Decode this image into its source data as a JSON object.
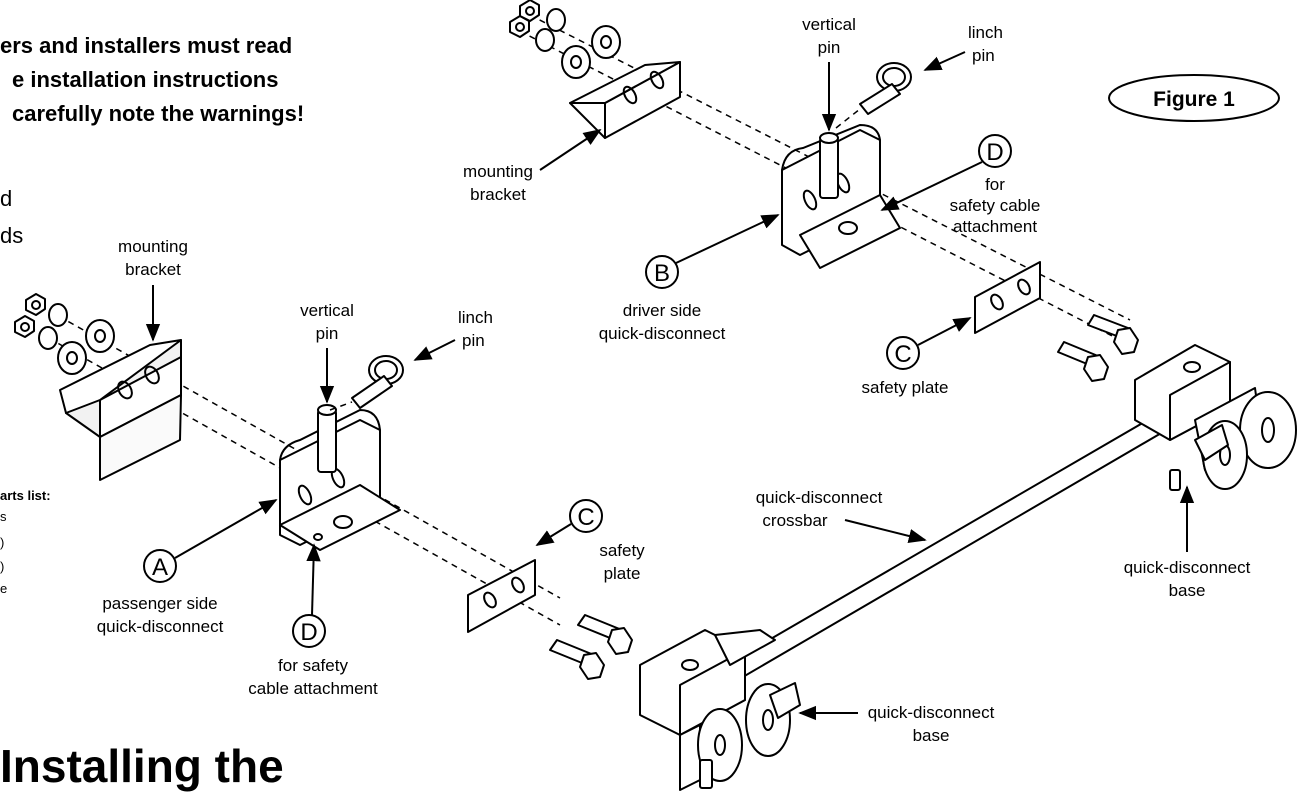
{
  "warning": {
    "line1": "ers and installers must read",
    "line2": "e installation instructions",
    "line3": "carefully note the warnings!"
  },
  "fragments": {
    "frag1": "d",
    "frag2": "ds"
  },
  "figure_label": "Figure 1",
  "parts_list": {
    "title": "arts list:",
    "lines": [
      "s",
      ")",
      ")",
      "e"
    ]
  },
  "section_heading": "Installing the",
  "labels": {
    "mounting_bracket_left_l1": "mounting",
    "mounting_bracket_left_l2": "bracket",
    "mounting_bracket_right_l1": "mounting",
    "mounting_bracket_right_l2": "bracket",
    "vertical_pin_left_l1": "vertical",
    "vertical_pin_left_l2": "pin",
    "vertical_pin_right_l1": "vertical",
    "vertical_pin_right_l2": "pin",
    "linch_pin_left_l1": "linch",
    "linch_pin_left_l2": "pin",
    "linch_pin_right_l1": "linch",
    "linch_pin_right_l2": "pin",
    "passenger_l1": "passenger side",
    "passenger_l2": "quick-disconnect",
    "driver_l1": "driver side",
    "driver_l2": "quick-disconnect",
    "safety_plate_left_l1": "safety",
    "safety_plate_left_l2": "plate",
    "safety_plate_right": "safety plate",
    "cable_left_l1": "for safety",
    "cable_left_l2": "cable attachment",
    "cable_right_l1": "for",
    "cable_right_l2": "safety cable",
    "cable_right_l3": "attachment",
    "crossbar_l1": "quick-disconnect",
    "crossbar_l2": "crossbar",
    "base_right_l1": "quick-disconnect",
    "base_right_l2": "base",
    "base_bottom_l1": "quick-disconnect",
    "base_bottom_l2": "base"
  },
  "callouts": {
    "A": "A",
    "B": "B",
    "C_left": "C",
    "C_right": "C",
    "D_left": "D",
    "D_right": "D"
  }
}
